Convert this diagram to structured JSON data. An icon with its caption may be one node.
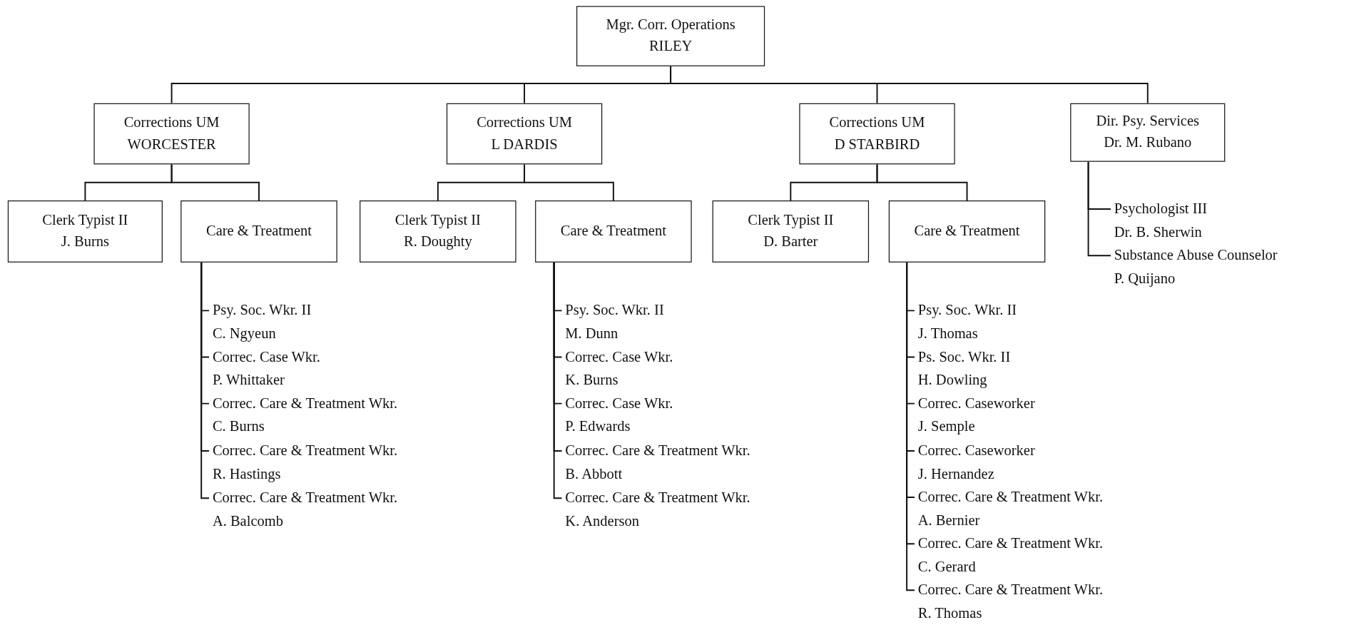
{
  "diagram": {
    "nodes": [
      {
        "text": [
          "Mgr. Corr. Operations",
          "RILEY"
        ]
      },
      {
        "text": [
          "Corrections UM",
          "WORCESTER"
        ]
      },
      {
        "text": [
          "Corrections UM",
          "L DARDIS"
        ]
      },
      {
        "text": [
          "Corrections UM",
          "D STARBIRD"
        ]
      },
      {
        "text": [
          "Dir. Psy. Services",
          "Dr. M. Rubano"
        ]
      },
      {
        "text": [
          "Clerk Typist II",
          "J. Burns"
        ]
      },
      {
        "text": [
          "Care & Treatment"
        ]
      },
      {
        "text": [
          "Clerk Typist II",
          "R. Doughty"
        ]
      },
      {
        "text": [
          "Care & Treatment"
        ]
      },
      {
        "text": [
          "Clerk Typist II",
          "D. Barter"
        ]
      },
      {
        "text": [
          "Care & Treatment"
        ]
      },
      {
        "text": [
          "Psychologist III",
          "Dr. B. Sherwin"
        ]
      },
      {
        "text": [
          "Substance Abuse Counselor",
          "P. Quijano"
        ]
      },
      {
        "text": [
          "Psy. Soc. Wkr. II",
          "C. Ngyeun"
        ]
      },
      {
        "text": [
          "Correc. Case Wkr.",
          "P. Whittaker"
        ]
      },
      {
        "text": [
          "Correc. Care & Treatment Wkr.",
          "C. Burns"
        ]
      },
      {
        "text": [
          "Correc. Care & Treatment Wkr.",
          "R. Hastings"
        ]
      },
      {
        "text": [
          "Correc. Care & Treatment Wkr.",
          "A. Balcomb"
        ]
      },
      {
        "text": [
          "Psy. Soc. Wkr. II",
          "M. Dunn"
        ]
      },
      {
        "text": [
          "Correc. Case Wkr.",
          "K. Burns"
        ]
      },
      {
        "text": [
          "Correc. Case Wkr.",
          "P. Edwards"
        ]
      },
      {
        "text": [
          "Correc. Care & Treatment Wkr.",
          "B. Abbott"
        ]
      },
      {
        "text": [
          "Correc. Care & Treatment Wkr.",
          "K. Anderson"
        ]
      },
      {
        "text": [
          "Psy. Soc. Wkr. II",
          "J. Thomas"
        ]
      },
      {
        "text": [
          "Ps. Soc. Wkr. II",
          "H. Dowling"
        ]
      },
      {
        "text": [
          "Correc. Caseworker",
          "J. Semple"
        ]
      },
      {
        "text": [
          "Correc. Caseworker",
          "J. Hernandez"
        ]
      },
      {
        "text": [
          "Correc. Care & Treatment Wkr.",
          "A. Bernier"
        ]
      },
      {
        "text": [
          "Correc. Care & Treatment Wkr.",
          "C. Gerard"
        ]
      },
      {
        "text": [
          "Correc. Care & Treatment Wkr.",
          "R. Thomas"
        ]
      }
    ],
    "edges": [
      {
        "from": 0,
        "to": 1,
        "arrow": "none"
      },
      {
        "from": 0,
        "to": 2,
        "arrow": "none"
      },
      {
        "from": 0,
        "to": 3,
        "arrow": "none"
      },
      {
        "from": 0,
        "to": 4,
        "arrow": "none"
      },
      {
        "from": 1,
        "to": 5,
        "arrow": "none"
      },
      {
        "from": 1,
        "to": 6,
        "arrow": "none"
      },
      {
        "from": 2,
        "to": 7,
        "arrow": "none"
      },
      {
        "from": 2,
        "to": 8,
        "arrow": "none"
      },
      {
        "from": 3,
        "to": 9,
        "arrow": "none"
      },
      {
        "from": 3,
        "to": 10,
        "arrow": "none"
      },
      {
        "from": 4,
        "to": 11,
        "arrow": "none"
      },
      {
        "from": 4,
        "to": 12,
        "arrow": "none"
      },
      {
        "from": 6,
        "to": 13,
        "arrow": "none"
      },
      {
        "from": 6,
        "to": 14,
        "arrow": "none"
      },
      {
        "from": 6,
        "to": 15,
        "arrow": "none"
      },
      {
        "from": 6,
        "to": 16,
        "arrow": "none"
      },
      {
        "from": 6,
        "to": 17,
        "arrow": "none"
      },
      {
        "from": 8,
        "to": 18,
        "arrow": "none"
      },
      {
        "from": 8,
        "to": 19,
        "arrow": "none"
      },
      {
        "from": 8,
        "to": 20,
        "arrow": "none"
      },
      {
        "from": 8,
        "to": 21,
        "arrow": "none"
      },
      {
        "from": 8,
        "to": 22,
        "arrow": "none"
      },
      {
        "from": 10,
        "to": 23,
        "arrow": "none"
      },
      {
        "from": 10,
        "to": 24,
        "arrow": "none"
      },
      {
        "from": 10,
        "to": 25,
        "arrow": "none"
      },
      {
        "from": 10,
        "to": 26,
        "arrow": "none"
      },
      {
        "from": 10,
        "to": 27,
        "arrow": "none"
      },
      {
        "from": 10,
        "to": 28,
        "arrow": "none"
      },
      {
        "from": 10,
        "to": 29,
        "arrow": "none"
      }
    ]
  }
}
